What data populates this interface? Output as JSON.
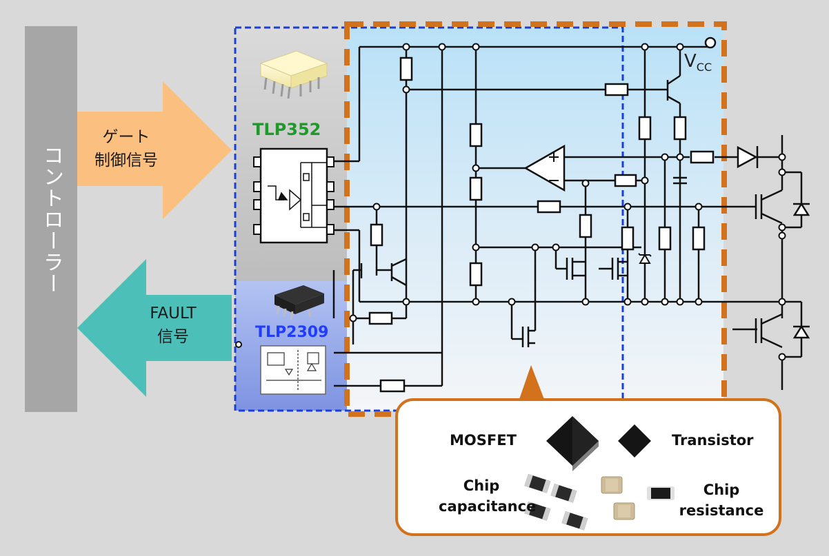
{
  "controller": {
    "label": "コントローラー"
  },
  "gate_arrow": {
    "line1": "ゲート",
    "line2": "制御信号"
  },
  "fault_arrow": {
    "line1": "FAULT",
    "line2": "信号"
  },
  "chips": {
    "tlp352": "TLP352",
    "tlp2309": "TLP2309"
  },
  "vcc": {
    "main": "V",
    "sub": "CC"
  },
  "legend": {
    "mosfet": "MOSFET",
    "transistor": "Transistor",
    "chip_capacitance_1": "Chip",
    "chip_capacitance_2": "capacitance",
    "chip_resistance_1": "Chip",
    "chip_resistance_2": "resistance"
  },
  "colors": {
    "background": "#d9d9d9",
    "controller": "#a6a6a6",
    "gate_arrow": "#fbbf7f",
    "fault_arrow": "#4bbfb8",
    "tlp352_text": "#1e9a2a",
    "tlp2309_text": "#1f3cff",
    "dashed_orange": "#d2721c",
    "dashed_blue": "#1a3fd8"
  }
}
